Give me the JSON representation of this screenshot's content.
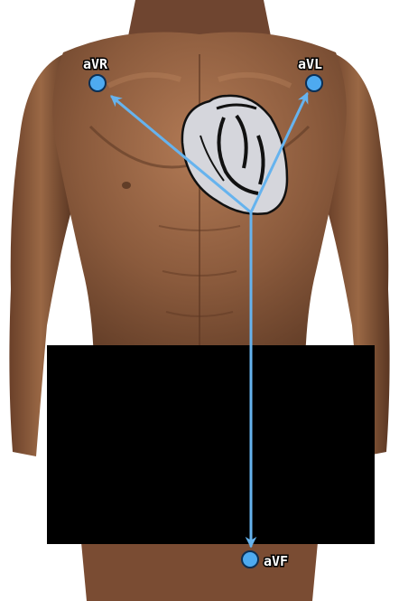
{
  "leads": {
    "avr": {
      "label": "aVR"
    },
    "avl": {
      "label": "aVL"
    },
    "avf": {
      "label": "aVF"
    }
  },
  "colors": {
    "vector": "#66b3ee",
    "electrode_fill": "#4eaaf0",
    "electrode_stroke": "#0b2f55",
    "label_text": "#ffffff",
    "label_outline": "#000000",
    "censor_box": "#000000",
    "heart_fill": "#d5d6dc",
    "heart_outline": "#111111",
    "skin_mid": "#8a5a3c",
    "skin_dark": "#5a3622",
    "skin_light": "#b37c58"
  },
  "icons": {
    "heart": "heart-diagram-icon",
    "electrode": "electrode-dot-icon",
    "arrow": "arrowhead-icon"
  }
}
